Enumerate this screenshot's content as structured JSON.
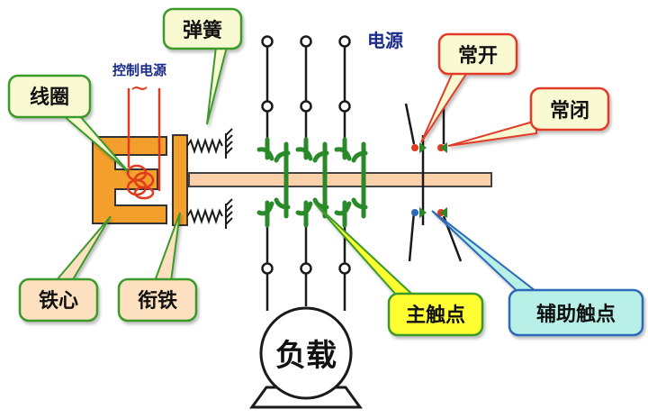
{
  "labels": {
    "spring": "弹簧",
    "control_power": "控制电源",
    "control_power_symbol": "~",
    "coil": "线圈",
    "power": "电源",
    "normally_open": "常开",
    "normally_closed": "常闭",
    "iron_core": "铁心",
    "armature": "衔铁",
    "main_contact": "主触点",
    "aux_contact": "辅助触点",
    "load": "负载"
  },
  "colors": {
    "core": "#f5a02c",
    "coil": "#e23a1e",
    "rod": "#fcd0a8",
    "contact": "#2a8a2a",
    "wire": "#1a1a1a",
    "bubble_yellow": "#fafad2",
    "bubble_peach": "#fde0c0",
    "bubble_bright_yellow": "#ffff33",
    "bubble_teal": "#b8f0e8",
    "border_green": "#3a9a2a",
    "border_red": "#e23a2a",
    "border_blue": "#2a6ab8",
    "title_blue": "#1a2a8a"
  }
}
